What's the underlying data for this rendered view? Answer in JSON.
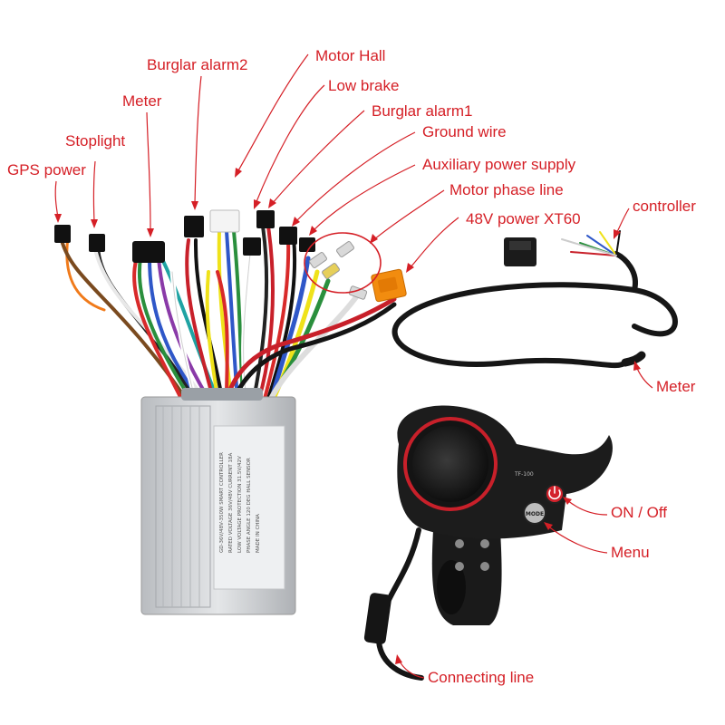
{
  "colors": {
    "label": "#d51f26",
    "controller_body": "#c9cbce",
    "display_body": "#1c1c1c",
    "display_ring": "#c8202a",
    "power_button": "#d3222c",
    "xt60": "#f28c0f"
  },
  "labels": {
    "gps_power": "GPS power",
    "stoplight": "Stoplight",
    "meter_top": "Meter",
    "burglar_alarm2": "Burglar alarm2",
    "motor_hall": "Motor Hall",
    "low_brake": "Low brake",
    "burglar_alarm1": "Burglar alarm1",
    "ground_wire": "Ground wire",
    "auxiliary_power_supply": "Auxiliary power supply",
    "motor_phase_line": "Motor phase line",
    "power_xt60": "48V power XT60",
    "controller": "controller",
    "meter_right": "Meter",
    "on_off": "ON / Off",
    "menu": "Menu",
    "connecting_line": "Connecting line"
  },
  "display": {
    "model": "TF-100",
    "mode_button": "MODE"
  },
  "icons": {
    "power_button": "power-icon"
  }
}
